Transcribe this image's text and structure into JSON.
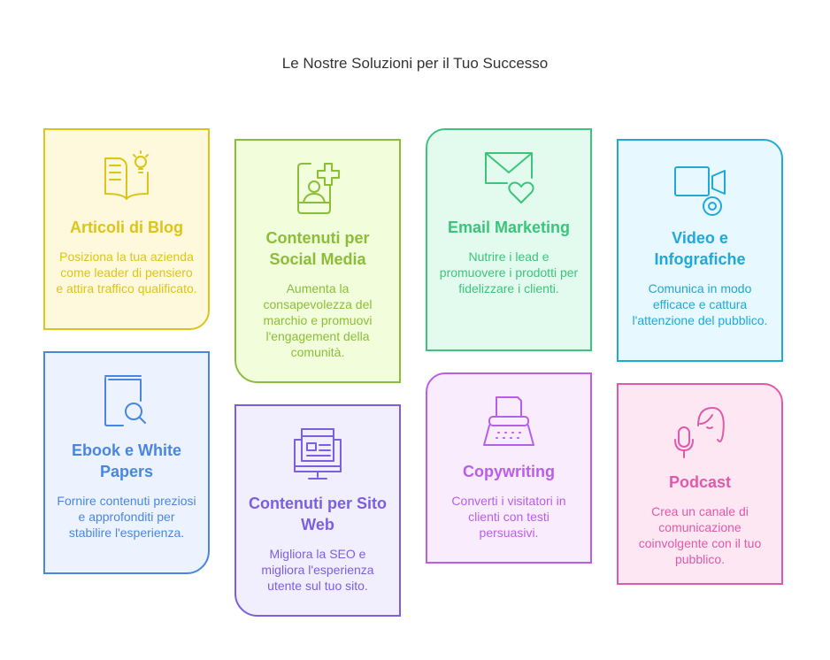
{
  "title": "Le Nostre Soluzioni per il Tuo Successo",
  "cards": [
    {
      "icon": "book-lightbulb-icon",
      "title": "Articoli di Blog",
      "desc": "Posiziona la tua azienda come leader di pensiero e attira traffico qualificato.",
      "color": "#dcc419"
    },
    {
      "icon": "phone-user-plus-icon",
      "title": "Contenuti per Social Media",
      "desc": "Aumenta la consapevolezza del marchio e promuovi l'engagement della comunità.",
      "color": "#8cbd38"
    },
    {
      "icon": "envelope-heart-icon",
      "title": "Email Marketing",
      "desc": "Nutrire i lead e promuovere i prodotti per fidelizzare i clienti.",
      "color": "#3cc47c"
    },
    {
      "icon": "video-camera-icon",
      "title": "Video e Infografiche",
      "desc": "Comunica in modo efficace e cattura l'attenzione del pubblico.",
      "color": "#1fa8d8"
    },
    {
      "icon": "book-search-icon",
      "title": "Ebook e White Papers",
      "desc": "Fornire contenuti preziosi e approfonditi per stabilire l'esperienza.",
      "color": "#4a86e0"
    },
    {
      "icon": "monitor-webpage-icon",
      "title": "Contenuti per Sito Web",
      "desc": "Migliora la SEO e migliora l'esperienza utente sul tuo sito.",
      "color": "#7b5fe0"
    },
    {
      "icon": "typewriter-icon",
      "title": "Copywriting",
      "desc": "Converti i visitatori in clienti con testi persuasivi.",
      "color": "#b95ee8"
    },
    {
      "icon": "microphone-person-icon",
      "title": "Podcast",
      "desc": "Crea un canale di comunicazione coinvolgente con il tuo pubblico.",
      "color": "#df5aa8"
    }
  ]
}
